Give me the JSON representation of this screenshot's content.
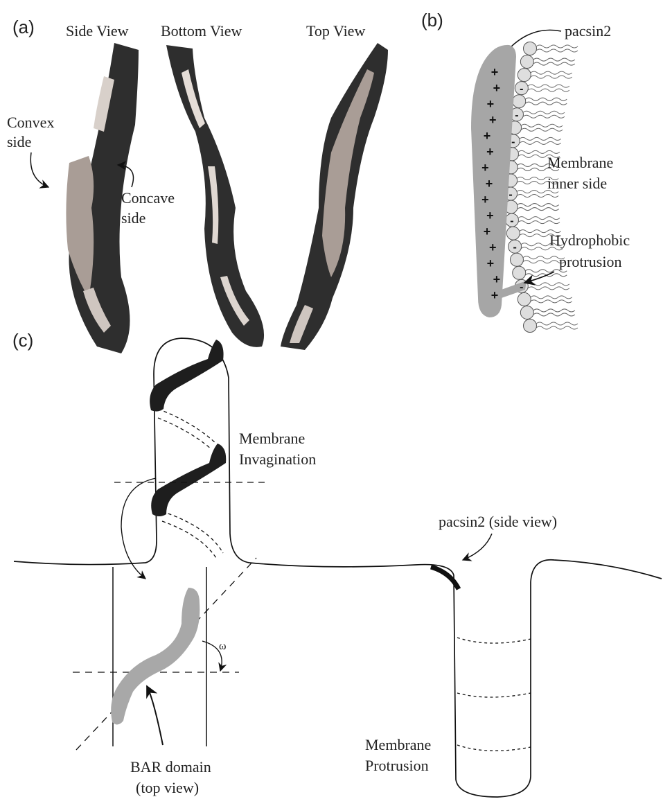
{
  "panels": {
    "a": {
      "label": "(a)",
      "views": [
        "Side View",
        "Bottom View",
        "Top View"
      ],
      "convex": [
        "Convex",
        "side"
      ],
      "concave": [
        "Concave",
        "side"
      ]
    },
    "b": {
      "label": "(b)",
      "protein": "pacsin2",
      "membrane": [
        "Membrane",
        "inner side"
      ],
      "hydrophobic": [
        "Hydrophobic",
        "protrusion"
      ],
      "plus_sign": "+",
      "minus_sign": "-"
    },
    "c": {
      "label": "(c)",
      "invagination": [
        "Membrane",
        "Invagination"
      ],
      "side_view": "pacsin2 (side view)",
      "angle_symbol": "ω",
      "bar_domain": [
        "BAR domain",
        "(top view)"
      ],
      "protrusion": [
        "Membrane",
        "Protrusion"
      ]
    }
  },
  "colors": {
    "protein_dark": "#2e2e2e",
    "protein_light": "#a99d96",
    "bar_domain_grey": "#a8a8a8",
    "pacsin_band": "#a6a6a6",
    "lipid_head": "#dedede",
    "line": "#111111"
  }
}
